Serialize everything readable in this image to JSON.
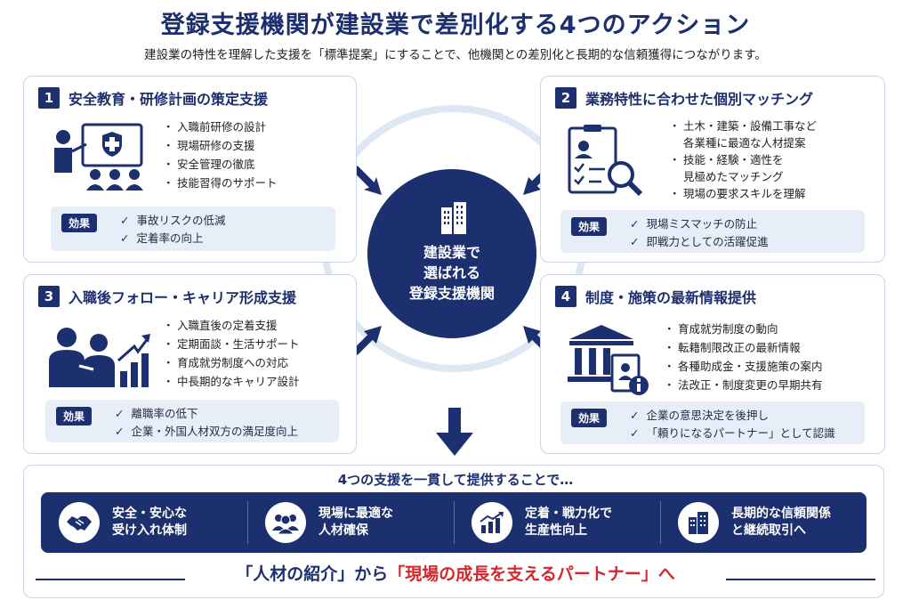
{
  "header": {
    "title": "登録支援機関が建設業で差別化する4つのアクション",
    "subtitle": "建設業の特性を理解した支援を「標準提案」にすることで、他機関との差別化と長期的な信頼獲得につながります。"
  },
  "center": {
    "line1": "建設業で",
    "line2": "選ばれる",
    "line3": "登録支援機関"
  },
  "cards": [
    {
      "num": "1",
      "title": "安全教育・研修計画の策定支援",
      "bullets": [
        "入職前研修の設計",
        "現場研修の支援",
        "安全管理の徹底",
        "技能習得のサポート"
      ],
      "effect_label": "効果",
      "effects": [
        "事故リスクの低減",
        "定着率の向上"
      ],
      "icon": "safety-training-icon"
    },
    {
      "num": "2",
      "title": "業務特性に合わせた個別マッチング",
      "bullets": [
        "土木・建築・設備工事など",
        "各業種に最適な人材提案",
        "技能・経験・適性を",
        "見極めたマッチング",
        "現場の要求スキルを理解"
      ],
      "effect_label": "効果",
      "effects": [
        "現場ミスマッチの防止",
        "即戦力としての活躍促進"
      ],
      "icon": "checklist-search-icon"
    },
    {
      "num": "3",
      "title": "入職後フォロー・キャリア形成支援",
      "bullets": [
        "入職直後の定着支援",
        "定期面談・生活サポート",
        "育成就労制度への対応",
        "中長期的なキャリア設計"
      ],
      "effect_label": "効果",
      "effects": [
        "離職率の低下",
        "企業・外国人材双方の満足度向上"
      ],
      "icon": "career-growth-icon"
    },
    {
      "num": "4",
      "title": "制度・施策の最新情報提供",
      "bullets": [
        "育成就労制度の動向",
        "転籍制限改正の最新情報",
        "各種助成金・支援施策の案内",
        "法改正・制度変更の早期共有"
      ],
      "effect_label": "効果",
      "effects": [
        "企業の意思決定を後押し",
        "「頼りになるパートナー」として認識"
      ],
      "icon": "institution-info-icon"
    }
  ],
  "bottom": {
    "heading": "4つの支援を一貫して提供することで…",
    "items": [
      {
        "text": "安全・安心な\n受け入れ体制",
        "icon": "handshake-icon"
      },
      {
        "text": "現場に最適な\n人材確保",
        "icon": "people-icon"
      },
      {
        "text": "定着・戦力化で\n生産性向上",
        "icon": "growth-chart-icon"
      },
      {
        "text": "長期的な信頼関係\nと継続取引へ",
        "icon": "building-icon"
      }
    ],
    "final_part1": "「人材の紹介」から",
    "final_part2": "「現場の成長を支えるパートナー」へ"
  },
  "colors": {
    "navy": "#1c2f6e",
    "accent_red": "#d7262d",
    "effect_bg": "#e8eef8",
    "ring": "#dfe6f4"
  }
}
